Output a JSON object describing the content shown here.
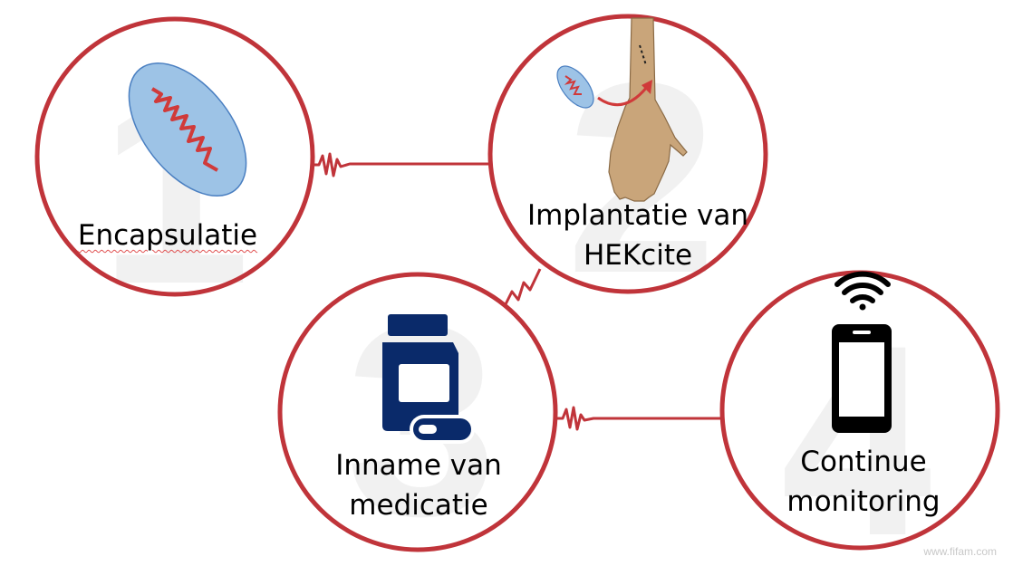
{
  "steps": [
    {
      "number": "1",
      "label_lines": [
        "Encapsulatie"
      ]
    },
    {
      "number": "2",
      "label_lines": [
        "Implantatie van",
        "HEKcite"
      ]
    },
    {
      "number": "3",
      "label_lines": [
        "Inname van",
        "medicatie"
      ]
    },
    {
      "number": "4",
      "label_lines": [
        "Continue",
        "monitoring"
      ]
    }
  ],
  "watermark": "www.fifam.com",
  "colors": {
    "circle_stroke": "#c0343a",
    "numeral": "#f1f1f1",
    "capsule_fill": "#9dc3e6",
    "capsule_stroke": "#4a7fc1",
    "signal_line": "#d03a3a",
    "pill_bottle": "#0a2a6a",
    "hand": "#c9a57a",
    "device": "#000000"
  },
  "icons": [
    "capsule-icon",
    "hand-implant-icon",
    "pill-bottle-icon",
    "smartphone-icon",
    "wifi-icon"
  ]
}
